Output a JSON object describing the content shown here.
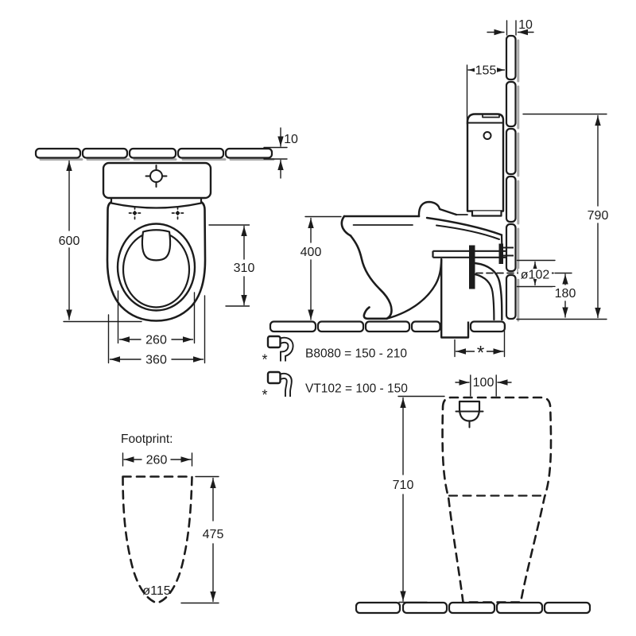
{
  "plan_view": {
    "wall_thickness": "10",
    "projection_depth": "600",
    "bowl_opening_length": "310",
    "bowl_width": "260",
    "overall_width": "360"
  },
  "side_view": {
    "tile_thickness": "10",
    "cistern_to_wall": "155",
    "overall_height": "790",
    "bowl_height": "400",
    "outlet_diameter": "ø102",
    "outlet_centre_height": "180",
    "outlet_offset_marker": "*"
  },
  "legend": {
    "items": [
      {
        "marker": "*",
        "label": "B8080 = 150 - 210"
      },
      {
        "marker": "*",
        "label": "VT102 = 100 - 150"
      }
    ]
  },
  "footprint": {
    "title": "Footprint:",
    "width": "260",
    "depth": "475",
    "outlet_diameter": "ø115"
  },
  "rear_view": {
    "inlet_offset": "100",
    "height": "710"
  }
}
